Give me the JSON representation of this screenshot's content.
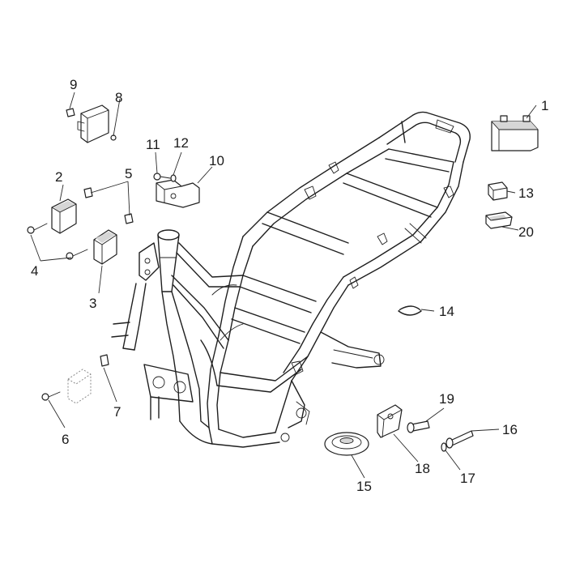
{
  "callouts": [
    {
      "id": "1",
      "label": "1"
    },
    {
      "id": "2",
      "label": "2"
    },
    {
      "id": "3",
      "label": "3"
    },
    {
      "id": "4",
      "label": "4"
    },
    {
      "id": "5",
      "label": "5"
    },
    {
      "id": "6",
      "label": "6"
    },
    {
      "id": "7",
      "label": "7"
    },
    {
      "id": "8",
      "label": "8"
    },
    {
      "id": "9",
      "label": "9"
    },
    {
      "id": "10",
      "label": "10"
    },
    {
      "id": "11",
      "label": "11"
    },
    {
      "id": "12",
      "label": "12"
    },
    {
      "id": "13",
      "label": "13"
    },
    {
      "id": "14",
      "label": "14"
    },
    {
      "id": "15",
      "label": "15"
    },
    {
      "id": "16",
      "label": "16"
    },
    {
      "id": "17",
      "label": "17"
    },
    {
      "id": "18",
      "label": "18"
    },
    {
      "id": "19",
      "label": "19"
    },
    {
      "id": "20",
      "label": "20"
    }
  ],
  "colors": {
    "line": "#1f1f1f",
    "background": "#ffffff"
  }
}
